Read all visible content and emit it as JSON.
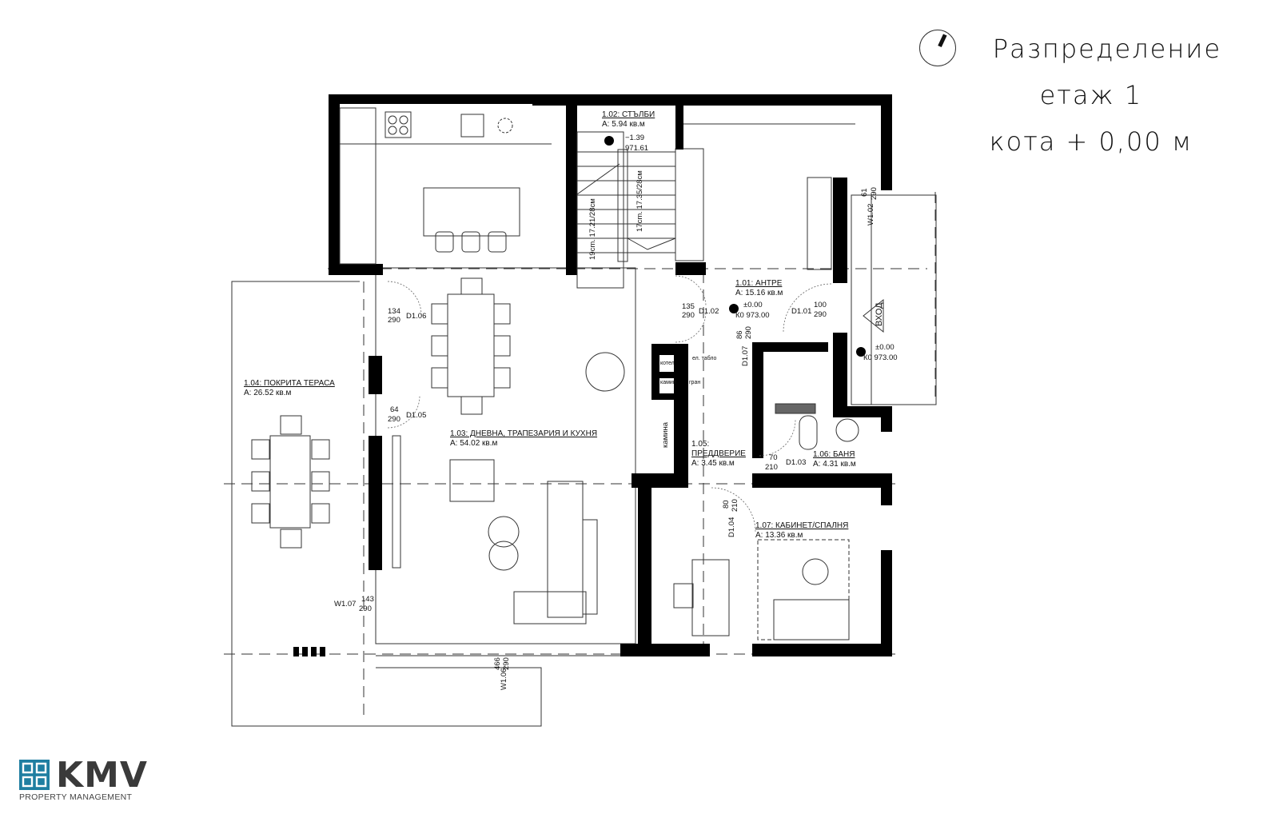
{
  "title": {
    "line1": "Разпределение",
    "line2": "етаж 1",
    "line3": "кота + 0,00 м",
    "compass_icon": "north-arrow-icon"
  },
  "logo": {
    "name": "KMV",
    "subtitle": "PROPERTY MANAGEMENT",
    "color": "#1f7ea1"
  },
  "rooms": [
    {
      "name": "1.01: АНТРЕ",
      "area": "A: 15.16 кв.м"
    },
    {
      "name": "1.02: СТЪЛБИ",
      "area": "A: 5.94 кв.м"
    },
    {
      "name": "1.03: ДНЕВНА, ТРАПЕЗАРИЯ И КУХНЯ",
      "area": "A: 54.02 кв.м"
    },
    {
      "name": "1.04: ПОКРИТА ТЕРАСА",
      "area": "A: 26.52 кв.м"
    },
    {
      "name": "1.05:",
      "name2": "ПРЕДДВЕРИЕ",
      "area": "A: 3.45 кв.м"
    },
    {
      "name": "1.06: БАНЯ",
      "area": "A: 4.31 кв.м"
    },
    {
      "name": "1.07: КАБИНЕТ/СПАЛНЯ",
      "area": "A: 13.36 кв.м"
    }
  ],
  "levels": [
    {
      "value": "−1.39",
      "abs": "971.61"
    },
    {
      "value": "±0.00",
      "abs": "К0 973.00"
    },
    {
      "value": "±0.00",
      "abs": "К0 973.00"
    }
  ],
  "openings": [
    {
      "id": "D1.01",
      "w": "100",
      "h": "290"
    },
    {
      "id": "D1.02",
      "w": "135",
      "h": "290"
    },
    {
      "id": "D1.03",
      "w": "70",
      "h": "210"
    },
    {
      "id": "D1.04",
      "w": "80",
      "h": "210"
    },
    {
      "id": "D1.05",
      "w": "64",
      "h": "290"
    },
    {
      "id": "D1.06",
      "w": "134",
      "h": "290"
    },
    {
      "id": "D1.07",
      "w": "86",
      "h": "290"
    },
    {
      "id": "W1.02",
      "w": "61",
      "h": "290"
    },
    {
      "id": "W1.06",
      "w": "466",
      "h": "290"
    },
    {
      "id": "W1.07",
      "w": "143",
      "h": "290"
    }
  ],
  "stairs": {
    "flight1": "19cm. 17.21/28см",
    "flight2": "17cm. 17.35/28см"
  },
  "labels": {
    "entrance": "ВХОД",
    "fireplace": "камина",
    "boiler": "котел",
    "panel": "ел. табло",
    "chimney": "камин",
    "storage": "гран"
  },
  "colors": {
    "walls": "#000000",
    "lines": "#222222",
    "accent": "#1f7ea1"
  }
}
